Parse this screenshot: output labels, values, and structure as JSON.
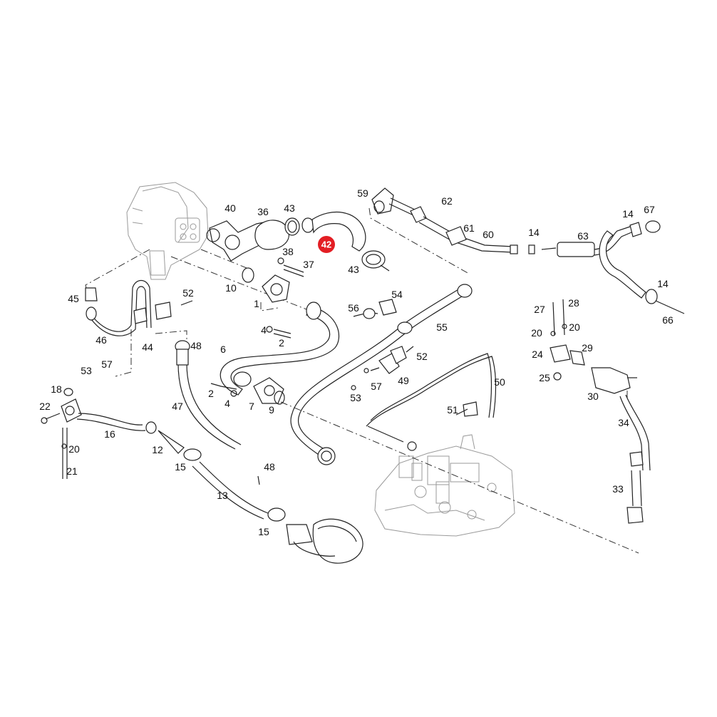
{
  "diagram": {
    "highlight": {
      "label": "42",
      "color": "#e31e24"
    },
    "labels": [
      "59",
      "62",
      "61",
      "60",
      "14",
      "63",
      "14",
      "67",
      "40",
      "36",
      "43",
      "38",
      "37",
      "10",
      "1",
      "4",
      "2",
      "43",
      "45",
      "52",
      "46",
      "44",
      "53",
      "57",
      "48",
      "6",
      "2",
      "4",
      "7",
      "9",
      "56",
      "54",
      "55",
      "52",
      "57",
      "53",
      "49",
      "27",
      "28",
      "20",
      "20",
      "24",
      "29",
      "25",
      "30",
      "14",
      "66",
      "50",
      "51",
      "34",
      "33",
      "18",
      "22",
      "20",
      "21",
      "16",
      "12",
      "15",
      "47",
      "13",
      "48",
      "15"
    ]
  }
}
